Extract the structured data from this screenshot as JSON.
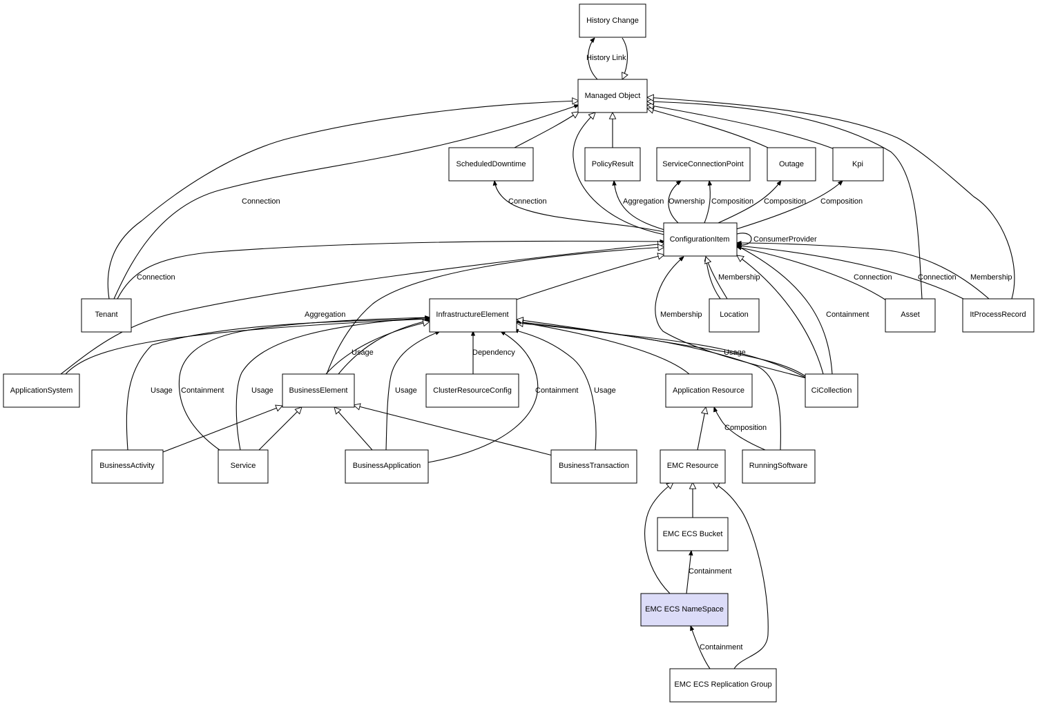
{
  "diagram": {
    "nodes": {
      "history_change": "History Change",
      "managed_object": "Managed Object",
      "scheduled_downtime": "ScheduledDowntime",
      "policy_result": "PolicyResult",
      "service_connection_point": "ServiceConnectionPoint",
      "outage": "Outage",
      "kpi": "Kpi",
      "configuration_item": "ConfigurationItem",
      "tenant": "Tenant",
      "infrastructure_element": "InfrastructureElement",
      "location": "Location",
      "asset": "Asset",
      "it_process_record": "ItProcessRecord",
      "application_system": "ApplicationSystem",
      "business_element": "BusinessElement",
      "cluster_resource_config": "ClusterResourceConfig",
      "application_resource": "Application Resource",
      "ci_collection": "CiCollection",
      "business_activity": "BusinessActivity",
      "service": "Service",
      "business_application": "BusinessApplication",
      "business_transaction": "BusinessTransaction",
      "emc_resource": "EMC Resource",
      "running_software": "RunningSoftware",
      "emc_ecs_bucket": "EMC ECS Bucket",
      "emc_ecs_namespace": "EMC ECS NameSpace",
      "emc_ecs_replication_group": "EMC ECS Replication Group"
    },
    "edge_labels": {
      "history_link": "History Link",
      "connection_tenant_mo": "Connection",
      "connection_ci_sd": "Connection",
      "aggregation_ci_pr": "Aggregation",
      "ownership_ci_scp": "Ownership",
      "composition_ci_scp": "Composition",
      "composition_ci_outage": "Composition",
      "composition_ci_kpi": "Composition",
      "consumer_provider": "ConsumerProvider",
      "connection_tenant_ci": "Connection",
      "membership_location_ci": "Membership",
      "connection_asset_ci": "Connection",
      "connection_ipr_ci": "Connection",
      "membership_ipr_ci": "Membership",
      "aggregation_as_ie": "Aggregation",
      "membership_cic_ci": "Membership",
      "containment_cic_ci": "Containment",
      "usage_be_ie": "Usage",
      "dependency_crc_ie": "Dependency",
      "usage_cic_ie": "Usage",
      "usage_ba_ie": "Usage",
      "containment_svc_ie": "Containment",
      "usage_svc_ie": "Usage",
      "usage_bapp_ie": "Usage",
      "containment_bapp_ie": "Containment",
      "usage_bt_ie": "Usage",
      "composition_rs_ar": "Composition",
      "containment_ns_bucket": "Containment",
      "containment_rg_ns": "Containment"
    }
  }
}
